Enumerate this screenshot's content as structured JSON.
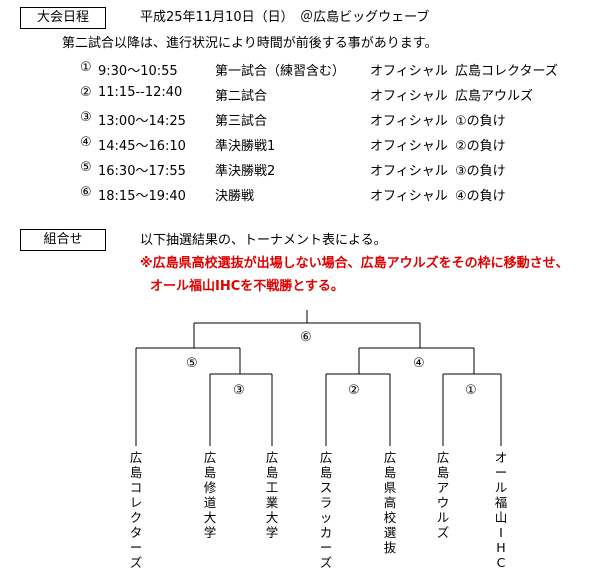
{
  "schedule_header": {
    "label": "大会日程",
    "date_venue": "平成25年11月10日（日）　＠広島ビッグウェーブ"
  },
  "note": "第二試合以降は、進行状況により時間が前後する事があります。",
  "games": [
    {
      "num": "①",
      "time": "9:30〜10:55",
      "match": "第一試合（練習含む）",
      "official_label": "オフィシャル",
      "official": "広島コレクターズ"
    },
    {
      "num": "②",
      "time": "11:15--12:40",
      "match": "第二試合",
      "official_label": "オフィシャル",
      "official": "広島アウルズ"
    },
    {
      "num": "③",
      "time": "13:00〜14:25",
      "match": "第三試合",
      "official_label": "オフィシャル",
      "official": "①の負け"
    },
    {
      "num": "④",
      "time": "14:45〜16:10",
      "match": "準決勝戦1",
      "official_label": "オフィシャル",
      "official": "②の負け"
    },
    {
      "num": "⑤",
      "time": "16:30〜17:55",
      "match": "準決勝戦2",
      "official_label": "オフィシャル",
      "official": "③の負け"
    },
    {
      "num": "⑥",
      "time": "18:15〜19:40",
      "match": "決勝戦",
      "official_label": "オフィシャル",
      "official": "④の負け"
    }
  ],
  "bracket_header": {
    "label": "組合せ",
    "description": "以下抽選結果の、トーナメント表による。",
    "warning_line1": "※広島県高校選抜が出場しない場合、広島アウルズをその枠に移動させ、",
    "warning_line2": "オール福山IHCを不戦勝とする。"
  },
  "bracket": {
    "match_labels": [
      "⑥",
      "⑤",
      "④",
      "③",
      "②",
      "①"
    ],
    "teams": [
      [
        "広",
        "島",
        "コ",
        "レ",
        "ク",
        "タ",
        "ー",
        "ズ"
      ],
      [
        "広",
        "島",
        "修",
        "道",
        "大",
        "学"
      ],
      [
        "広",
        "島",
        "工",
        "業",
        "大",
        "学"
      ],
      [
        "広",
        "島",
        "ス",
        "ラ",
        "ッ",
        "カ",
        "ー",
        "ズ"
      ],
      [
        "広",
        "島",
        "県",
        "高",
        "校",
        "選",
        "抜"
      ],
      [
        "広",
        "島",
        "ア",
        "ウ",
        "ル",
        "ズ"
      ],
      [
        "オ",
        "ー",
        "ル",
        "福",
        "山",
        "I",
        "H",
        "C"
      ]
    ]
  },
  "colors": {
    "warning": "#e00000",
    "text": "#000000"
  }
}
